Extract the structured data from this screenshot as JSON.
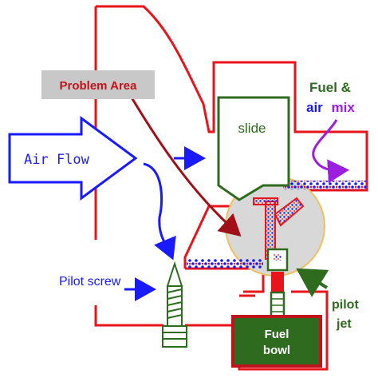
{
  "diagram": {
    "labels": {
      "problem_area": "Problem Area",
      "air_flow": "Air Flow",
      "slide": "slide",
      "fuel_mix_line1": "Fuel &",
      "fuel_mix_line2": "air",
      "fuel_mix_line2b": "mix",
      "pilot_screw": "Pilot screw",
      "pilot_jet_line1": "pilot",
      "pilot_jet_line2": "jet",
      "fuel_bowl_line1": "Fuel",
      "fuel_bowl_line2": "bowl"
    },
    "colors": {
      "body_outline": "#e8141c",
      "problem_area_bg": "#c8c8c8",
      "problem_area_text": "#c0141c",
      "air_flow_blue": "#1a1aff",
      "slide_green": "#2e6b1f",
      "fuel_mix_green": "#2e6b1f",
      "fuel_mix_blue": "#1a1aff",
      "fuel_mix_purple": "#9c1ee0",
      "fuel_bowl_fill": "#2e6b1f",
      "fuel_bowl_border": "#c0141c",
      "pilot_jet_green": "#2e6b1f",
      "problem_arrow": "#a01018",
      "highlight_circle": "#d8d8d8",
      "highlight_ring": "#f0c060"
    }
  }
}
